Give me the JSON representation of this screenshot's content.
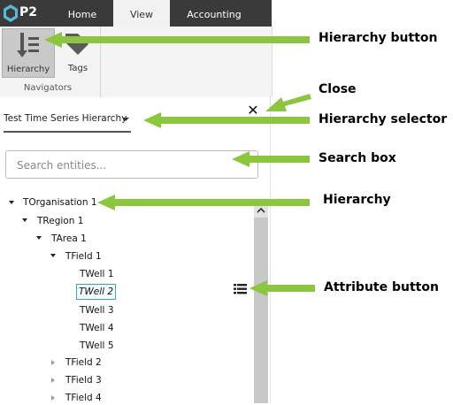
{
  "ribbon": {
    "logo_text": "P2",
    "tabs": [
      "Home",
      "View",
      "Accounting"
    ],
    "active_tab": "View",
    "buttons": {
      "hierarchy_label": "Hierarchy",
      "tags_label": "Tags"
    },
    "group_label": "Navigators"
  },
  "panel": {
    "close_symbol": "✕",
    "hierarchy_selector_value": "Test Time Series Hierarchy",
    "search_placeholder": "Search entities..."
  },
  "tree": {
    "root": "TOrganisation 1",
    "region": "TRegion 1",
    "area": "TArea 1",
    "field_expanded": "TField 1",
    "wells": [
      "TWell 1",
      "TWell 2",
      "TWell 3",
      "TWell 4",
      "TWell 5"
    ],
    "selected_well": "TWell 2",
    "fields_collapsed": [
      "TField 2",
      "TField 3",
      "TField 4"
    ]
  },
  "callouts": {
    "hierarchy_button": "Hierarchy button",
    "close": "Close",
    "hierarchy_selector": "Hierarchy selector",
    "search_box": "Search box",
    "hierarchy": "Hierarchy",
    "attribute_button": "Attribute button"
  },
  "colors": {
    "arrow_green": "#8cc63f",
    "selection_border": "#38a6c8",
    "topbar": "#3a3a3a"
  },
  "icons": [
    "logo-icon",
    "hierarchy-icon",
    "tags-icon",
    "close-icon",
    "dropdown-caret-icon",
    "expand-triangle-icon",
    "collapse-triangle-icon",
    "scroll-up-icon",
    "attribute-list-icon",
    "arrow-icon"
  ]
}
